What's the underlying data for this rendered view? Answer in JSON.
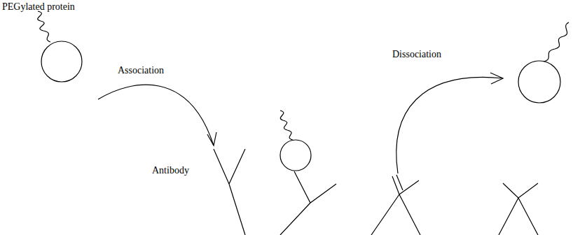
{
  "diagram": {
    "nodes": [
      {
        "text": [
          "PEGylated protein"
        ]
      }
    ],
    "labels": [
      "Association",
      "Antibody",
      "Dissociation"
    ]
  }
}
